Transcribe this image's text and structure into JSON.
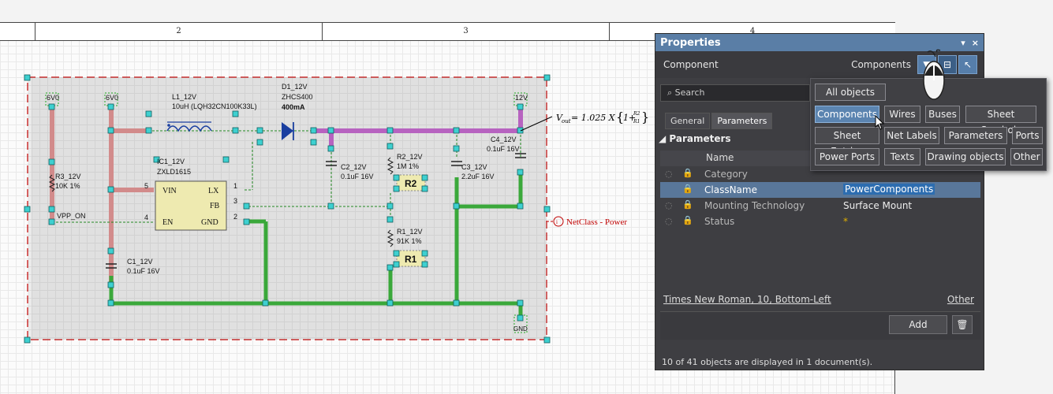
{
  "zones": [
    "2",
    "3",
    "4"
  ],
  "schematic": {
    "labels": {
      "v6a": "6V0",
      "v6b": "6V0",
      "v12": "12V",
      "l1": "L1_12V",
      "l1v": "10uH (LQH32CN100K33L)",
      "d1": "D1_12V",
      "d1v": "ZHCS400",
      "d1c": "400mA",
      "ic1": "IC1_12V",
      "ic1v": "ZXLD1615",
      "vin": "VIN",
      "lx": "LX",
      "fb": "FB",
      "en": "EN",
      "gnd": "GND",
      "p5": "5",
      "p4": "4",
      "p1": "1",
      "p3": "3",
      "p2": "2",
      "r3": "R3_12V",
      "r3v": "10K 1%",
      "vppon": "VPP_ON",
      "c2": "C2_12V",
      "c2v": "0.1uF 16V",
      "r2": "R2_12V",
      "r2v": "1M 1%",
      "r2tag": "R2",
      "c3": "C3_12V",
      "c3v": "2.2uF 16V",
      "c4": "C4_12V",
      "c4v": "0.1uF 16V",
      "r1": "R1_12V",
      "r1v": "91K 1%",
      "r1tag": "R1",
      "c1": "C1_12V",
      "c1v": "0.1uF 16V",
      "gndlbl": "GND",
      "formula": "V",
      "formula_sub": "out",
      "formula_rest": " = 1.025 X",
      "formula_frac_num": "R2",
      "formula_frac_den": "R1",
      "formula_one": "1+",
      "netclass": "NetClass - Power",
      "netclass_icon": "i"
    }
  },
  "panel": {
    "title": "Properties",
    "ctrl_pin": "▾",
    "ctrl_close": "×",
    "subject": "Component",
    "filter_label": "Components",
    "search_placeholder": "Search",
    "tabs": [
      "General",
      "Parameters"
    ],
    "section": "Parameters",
    "col_name": "Name",
    "rows": [
      {
        "name": "Category",
        "value": ""
      },
      {
        "name": "ClassName",
        "value": "PowerComponents"
      },
      {
        "name": "Mounting Technology",
        "value": "Surface Mount"
      },
      {
        "name": "Status",
        "value": "*"
      }
    ],
    "font_line": "Times New Roman, 10, Bottom-Left",
    "other_link": "Other",
    "add_label": "Add",
    "status_text": "10 of 41 objects are displayed in 1 document(s)."
  },
  "dropdown": {
    "chips": [
      "All objects",
      "Components",
      "Wires",
      "Buses",
      "Sheet Symbols",
      "Sheet Entries",
      "Net Labels",
      "Parameters",
      "Ports",
      "Power Ports",
      "Texts",
      "Drawing objects",
      "Other"
    ]
  },
  "colors": {
    "accent": "#5a7ea6",
    "highlight": "#e27a2a",
    "wire_green": "#2d9e2d",
    "wire_purple": "#a83ab0",
    "wire_red": "#c86060",
    "netclass_red": "#c00000"
  }
}
